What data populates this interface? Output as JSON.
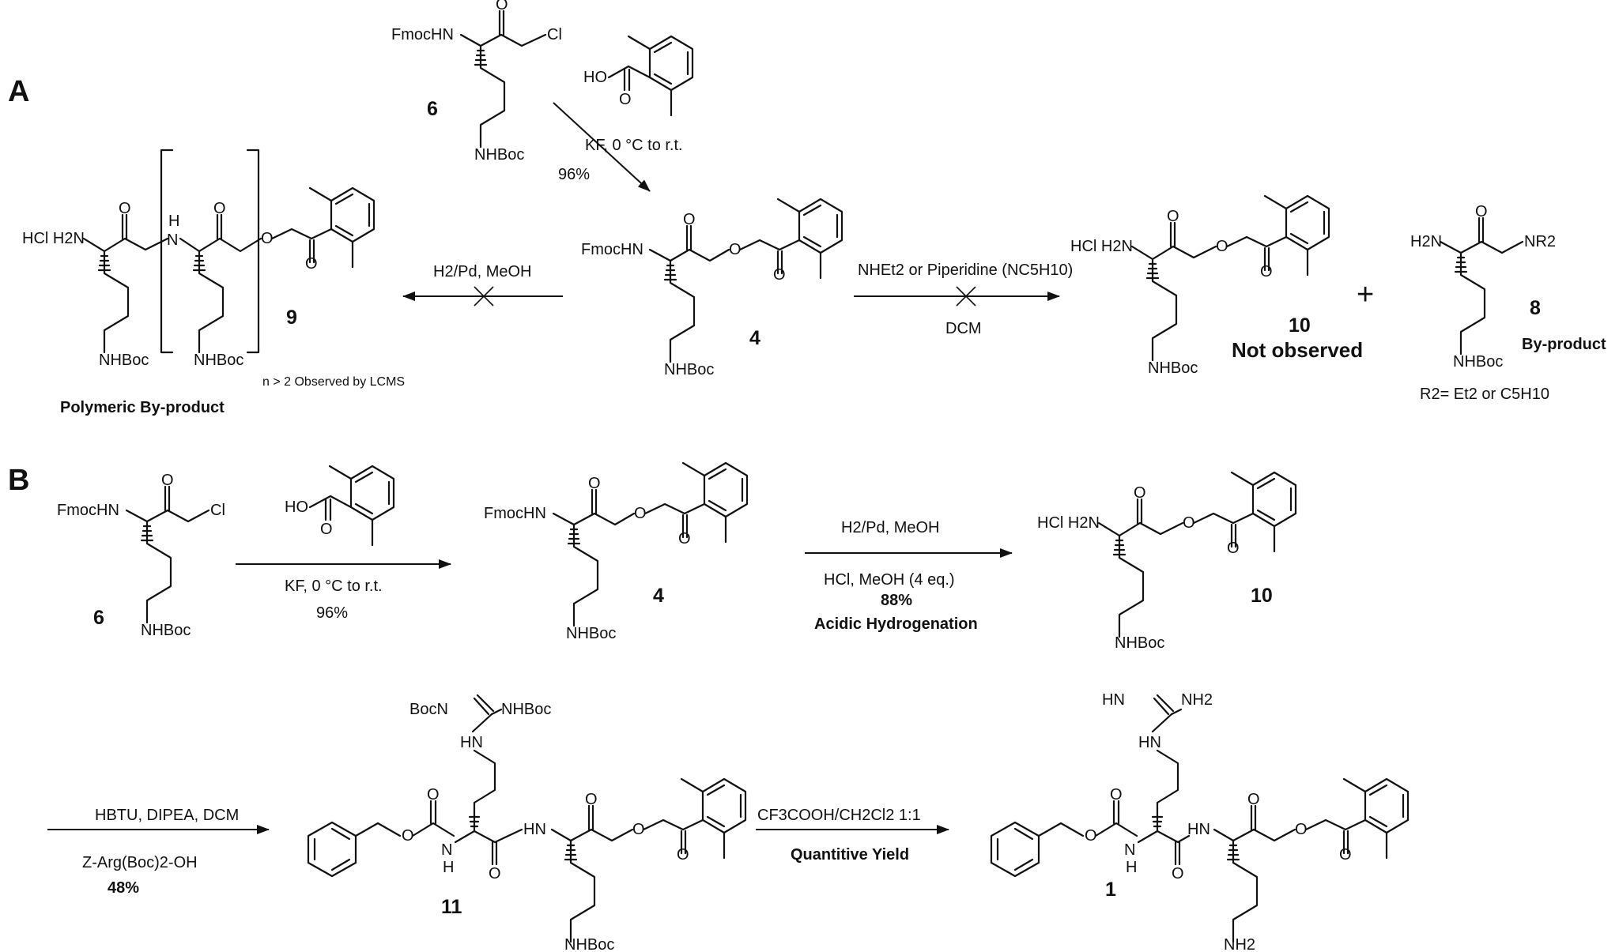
{
  "panels": {
    "a": "A",
    "b": "B"
  },
  "atoms": {
    "fmochn": "FmocHN",
    "nhboc": "NHBoc",
    "cl": "Cl",
    "ho": "HO",
    "o": "O",
    "hcl_h2n": "HCl H2N",
    "h2n": "H2N",
    "nh": "NH",
    "n": "N",
    "h": "H",
    "hn": "HN",
    "nr2": "NR2",
    "bocn": "BocN",
    "nh2": "NH2"
  },
  "compounds": {
    "c6": "6",
    "c4": "4",
    "c9": "9",
    "c10": "10",
    "c8": "8",
    "c11": "11",
    "c1": "1"
  },
  "notes": {
    "polymeric": "Polymeric By-product",
    "n_observed": "n > 2 Observed by LCMS",
    "not_observed": "Not observed",
    "byproduct": "By-product",
    "r2": "R2= Et2 or C5H10",
    "plus": "+"
  },
  "conditions": {
    "kf": "KF,  0 °C to r.t.",
    "yield96": "96%",
    "h2pd": "H2/Pd, MeOH",
    "nhet2": "NHEt2 or Piperidine (NC5H10)",
    "dcm": "DCM",
    "hcl_meoh": "HCl, MeOH (4 eq.)",
    "yield88": "88%",
    "acidic": "Acidic Hydrogenation",
    "hbtu": "HBTU, DIPEA, DCM",
    "zarg": "Z-Arg(Boc)2-OH",
    "yield48": "48%",
    "tfa": "CF3COOH/CH2Cl2 1:1",
    "quant": "Quantitive Yield"
  }
}
